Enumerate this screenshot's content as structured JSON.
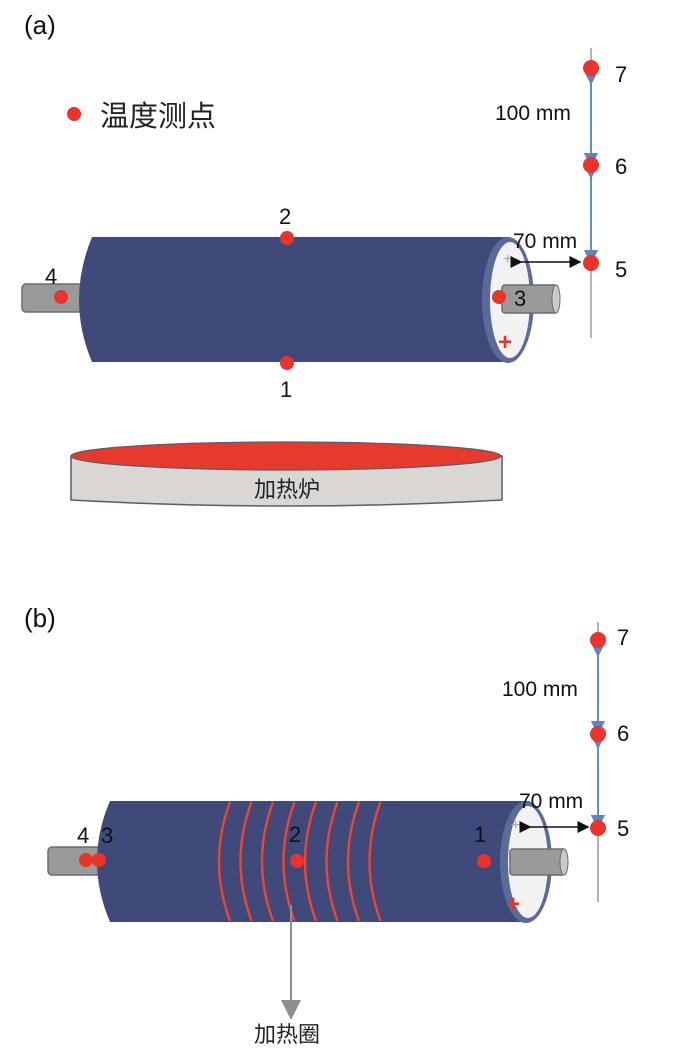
{
  "colors": {
    "roller_body": "#3f4a7a",
    "roller_edge": "#5b6a99",
    "end_cap": "#f2f2f2",
    "shaft": "#9a9a9a",
    "sensor_dot": "#e8342b",
    "heater_top": "#e63a2e",
    "heater_side": "#d9d6d3",
    "coil": "#f0442f",
    "dim_arrow": "#5b86c2",
    "axis_line": "#9a9a9a"
  },
  "legend": {
    "icon": "red-dot-icon",
    "label": "温度测点"
  },
  "panel_a": {
    "tag": "(a)",
    "points": [
      {
        "id": "1",
        "label": "1"
      },
      {
        "id": "2",
        "label": "2"
      },
      {
        "id": "3",
        "label": "3"
      },
      {
        "id": "4",
        "label": "4"
      },
      {
        "id": "5",
        "label": "5"
      },
      {
        "id": "6",
        "label": "6"
      },
      {
        "id": "7",
        "label": "7"
      }
    ],
    "dim_vertical": "100 mm",
    "dim_horizontal": "70 mm",
    "cap_minus": "+",
    "cap_plus": "+",
    "heater_label": "加热炉"
  },
  "panel_b": {
    "tag": "(b)",
    "points": [
      {
        "id": "1",
        "label": "1"
      },
      {
        "id": "2",
        "label": "2"
      },
      {
        "id": "3",
        "label": "3"
      },
      {
        "id": "4",
        "label": "4"
      },
      {
        "id": "5",
        "label": "5"
      },
      {
        "id": "6",
        "label": "6"
      },
      {
        "id": "7",
        "label": "7"
      }
    ],
    "dim_vertical": "100 mm",
    "dim_horizontal": "70 mm",
    "cap_minus": "+",
    "cap_plus": "+",
    "coil_count": 8,
    "coil_label": "加热圈"
  }
}
